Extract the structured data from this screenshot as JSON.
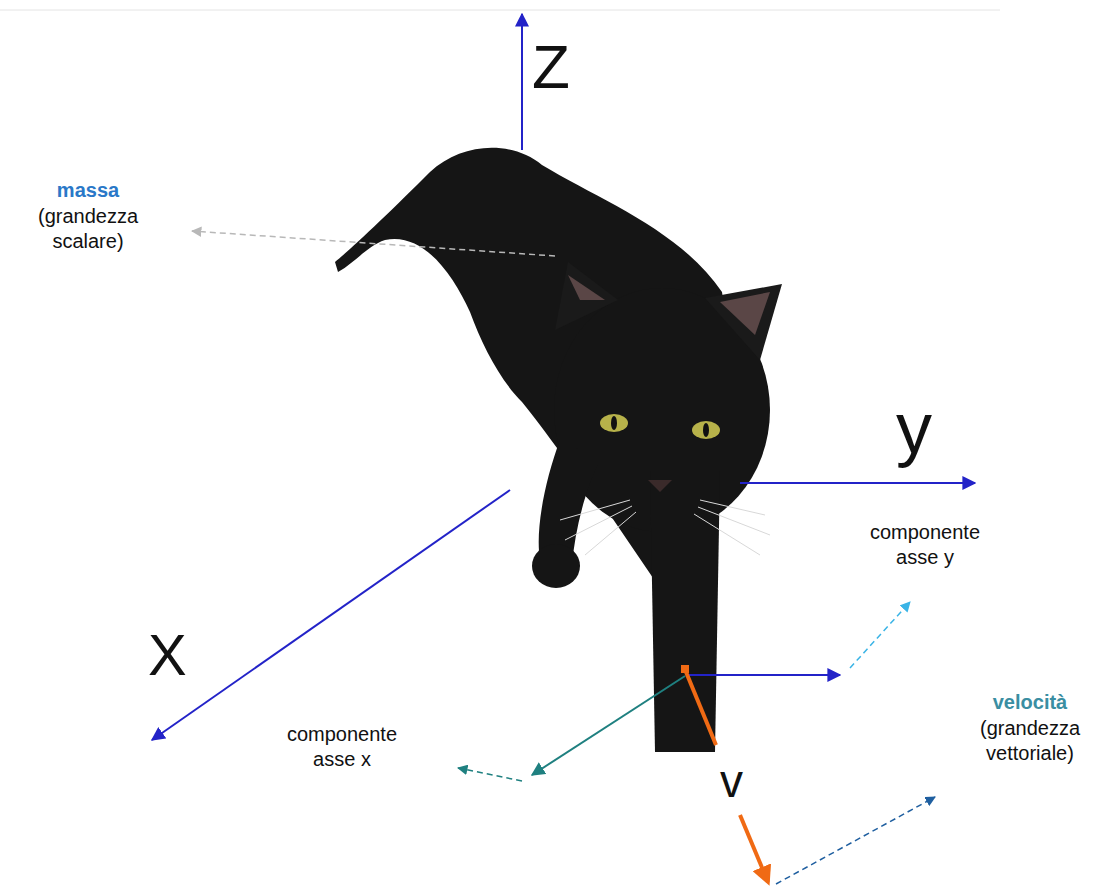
{
  "diagram": {
    "labels": [
      "Z",
      "massa",
      "(grandezza scalare)",
      "y",
      "componente asse y",
      "X",
      "componente asse x",
      "v",
      "velocità",
      "(grandezza vettoriale)"
    ]
  }
}
